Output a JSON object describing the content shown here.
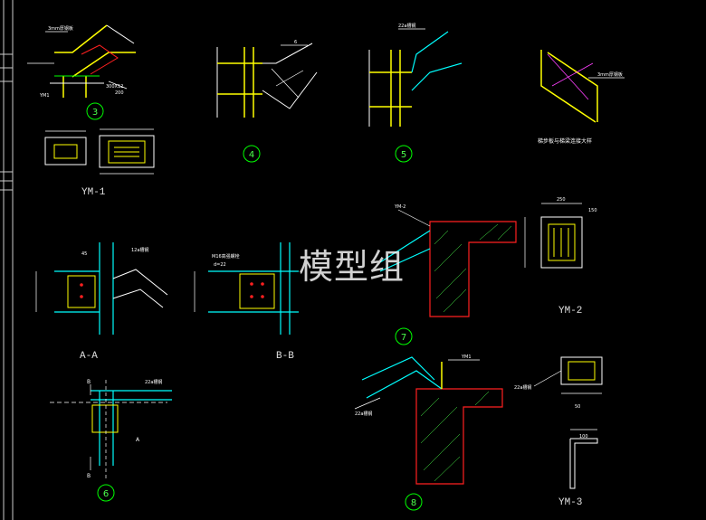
{
  "watermark": "模型组",
  "detail_numbers": {
    "d3": "3",
    "d4": "4",
    "d5": "5",
    "d6": "6",
    "d7": "7",
    "d8": "8"
  },
  "captions": {
    "ym1": "YM-1",
    "ym2": "YM-2",
    "ym3": "YM-3",
    "aa": "A-A",
    "bb": "B-B"
  },
  "notes": {
    "stair_title": "梯步板与梯梁连接大样",
    "n_3mm": "3mm厚钢板",
    "n_22a": "22a槽钢",
    "n_12a": "12a槽钢",
    "n_m16": "M16高强螺栓",
    "n_100": "300X12",
    "n_200": "200",
    "n_a": "A",
    "n_b": "B",
    "n_ym1": "YM1",
    "n_ym2": "YM-2",
    "n_ym3": "YM-3",
    "n_6": "6",
    "n_250": "250",
    "n_150": "150",
    "n_100b": "100",
    "n_50": "50",
    "n_45": "45",
    "n_d22": "d=22"
  },
  "colors": {
    "yellow": "#ffff00",
    "cyan": "#00ffff",
    "white": "#ffffff",
    "green": "#00ff00",
    "red": "#ff2020",
    "magenta": "#ff40ff",
    "background": "#000000"
  }
}
